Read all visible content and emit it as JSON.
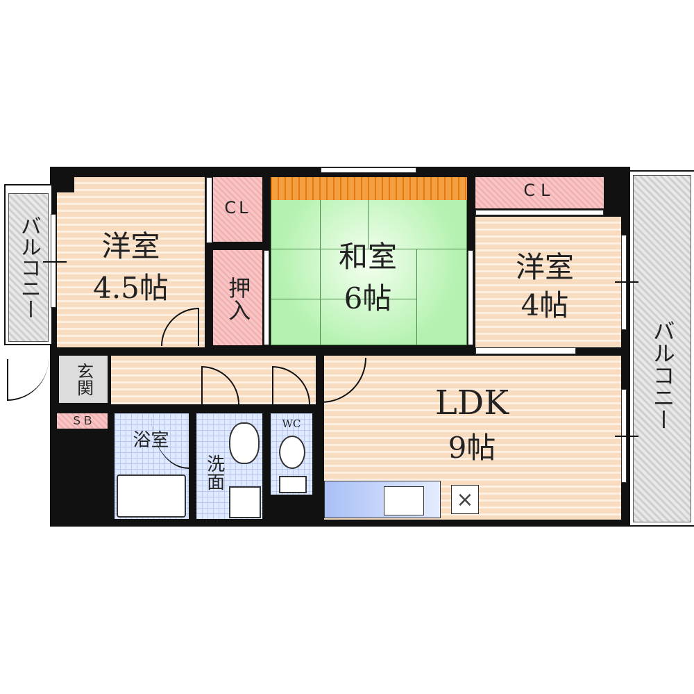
{
  "rooms": {
    "western_room_1": {
      "name": "洋室",
      "size": "4.5帖"
    },
    "closet_1": {
      "name": "CL"
    },
    "oshiire": {
      "name": "押入"
    },
    "japanese_room": {
      "name": "和室",
      "size": "6帖"
    },
    "closet_2": {
      "name": "CL"
    },
    "western_room_2": {
      "name": "洋室",
      "size": "4帖"
    },
    "ldk": {
      "name": "LDK",
      "size": "9帖"
    },
    "entrance": {
      "name": "玄関"
    },
    "shoe_box": {
      "name": "ＳＢ"
    },
    "bathroom": {
      "name": "浴室"
    },
    "washroom": {
      "name": "洗面"
    },
    "toilet": {
      "name": "WC"
    },
    "balcony_left": {
      "name": "バルコニー"
    },
    "balcony_right": {
      "name": "バルコニー"
    }
  },
  "colors": {
    "western_floor": "#f8dcc0",
    "tatami": "#b5f2b0",
    "closet": "#fbe0e0",
    "wet_area": "#dfe9ff",
    "balcony": "#d8d8d8",
    "wall": "#111111"
  }
}
